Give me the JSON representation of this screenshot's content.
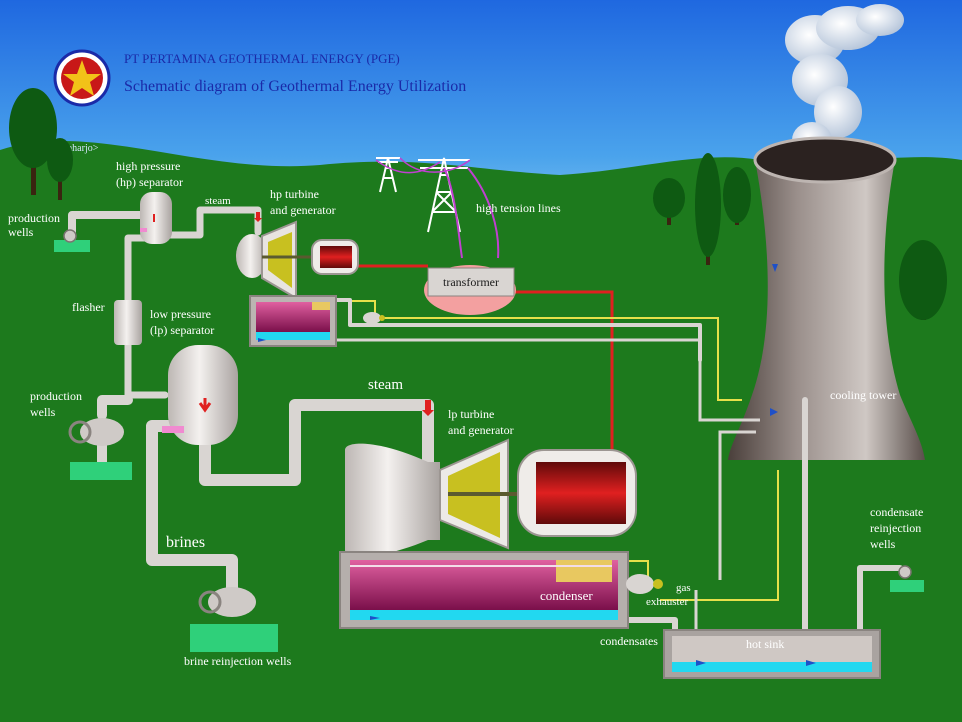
{
  "header": {
    "org": "PT PERTAMINA GEOTHERMAL ENERGY (PGE)",
    "title": "Schematic diagram of Geothermal Energy Utilization",
    "credit": "<iraharjo>"
  },
  "labels": {
    "production_wells_1": [
      "production",
      "wells"
    ],
    "hp_separator": [
      "high pressure",
      "(hp) separator"
    ],
    "steam_small": "steam",
    "hp_turbine": [
      "hp turbine",
      "and generator"
    ],
    "high_tension": "high tension lines",
    "transformer": "transformer",
    "flasher": "flasher",
    "lp_separator": [
      "low pressure",
      "(lp) separator"
    ],
    "production_wells_2": [
      "production",
      "wells"
    ],
    "steam_large": "steam",
    "lp_turbine": [
      "lp turbine",
      "and generator"
    ],
    "cooling_tower": "cooling tower",
    "brines": "brines",
    "condenser": "condenser",
    "gas_exhauster": [
      "gas",
      "exhauster"
    ],
    "condensates": "condensates",
    "hot_sink": "hot sink",
    "condensate_reinjection": [
      "condensate",
      "reinjection",
      "wells"
    ],
    "brine_reinjection": "brine reinjection wells"
  },
  "colors": {
    "sky": "#2f86e6",
    "hills": "#1d7a1d",
    "pipe": "#d9d5d2",
    "power_line": "#e02020",
    "water": "#22d8f0",
    "condenser_fill": "#b01e6e",
    "generator": "#b81616",
    "header_text": "#1a2aa8"
  }
}
